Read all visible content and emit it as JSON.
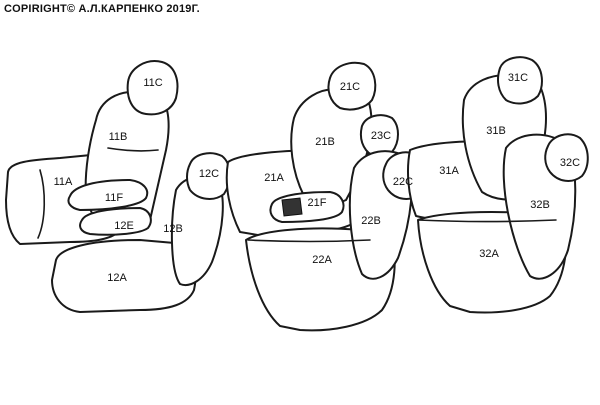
{
  "copyright": "COPIRIGHT© А.Л.КАРПЕНКО 2019Г.",
  "colors": {
    "stroke": "#1a1a1a",
    "label": "#111111",
    "background": "#ffffff"
  },
  "labels": {
    "l11C": "11C",
    "l11B": "11B",
    "l11A": "11A",
    "l11F": "11F",
    "l12E": "12E",
    "l12C": "12C",
    "l12B": "12B",
    "l12A": "12A",
    "l21C": "21C",
    "l21B": "21B",
    "l23C": "23C",
    "l21A": "21A",
    "l21F": "21F",
    "l22C": "22C",
    "l22B": "22B",
    "l22A": "22A",
    "l31C": "31C",
    "l31B": "31B",
    "l31A": "31A",
    "l32C": "32C",
    "l32B": "32B",
    "l32A": "32A"
  }
}
